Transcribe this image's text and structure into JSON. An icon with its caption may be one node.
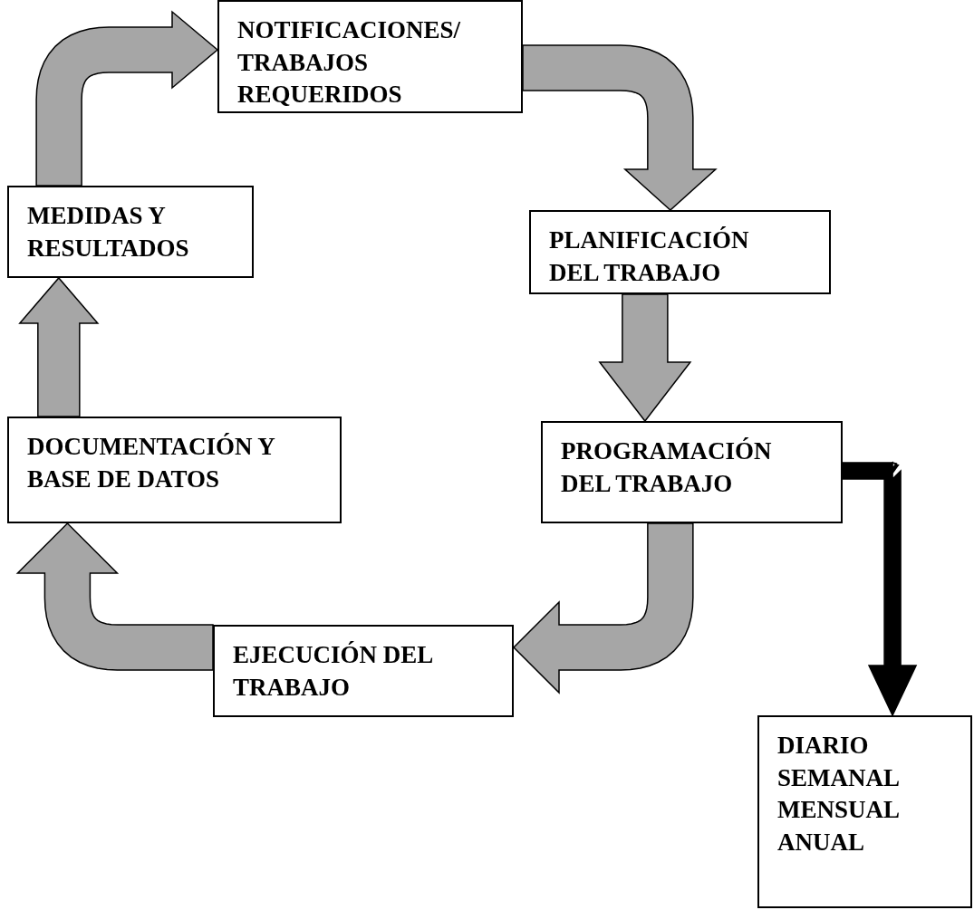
{
  "diagram": {
    "nodes": [
      {
        "text": [
          "NOTIFICACIONES/ TRABAJOS REQUERIDOS"
        ]
      },
      {
        "text": [
          "PLANIFICACIÓN DEL TRABAJO"
        ]
      },
      {
        "text": [
          "PROGRAMACIÓN DEL TRABAJO"
        ]
      },
      {
        "text": [
          "EJECUCIÓN DEL TRABAJO"
        ]
      },
      {
        "text": [
          "DOCUMENTACIÓN Y BASE DE DATOS"
        ]
      },
      {
        "text": [
          "MEDIDAS Y RESULTADOS"
        ]
      },
      {
        "text": [
          "DIARIO SEMANAL MENSUAL ANUAL"
        ]
      }
    ],
    "edges": [
      {
        "from": 0,
        "to": 1,
        "arrow": "to"
      },
      {
        "from": 1,
        "to": 2,
        "arrow": "to"
      },
      {
        "from": 2,
        "to": 3,
        "arrow": "to"
      },
      {
        "from": 3,
        "to": 4,
        "arrow": "to"
      },
      {
        "from": 4,
        "to": 5,
        "arrow": "to"
      },
      {
        "from": 5,
        "to": 0,
        "arrow": "to"
      },
      {
        "from": 2,
        "to": 6,
        "arrow": "to",
        "color": "#000000"
      }
    ]
  }
}
